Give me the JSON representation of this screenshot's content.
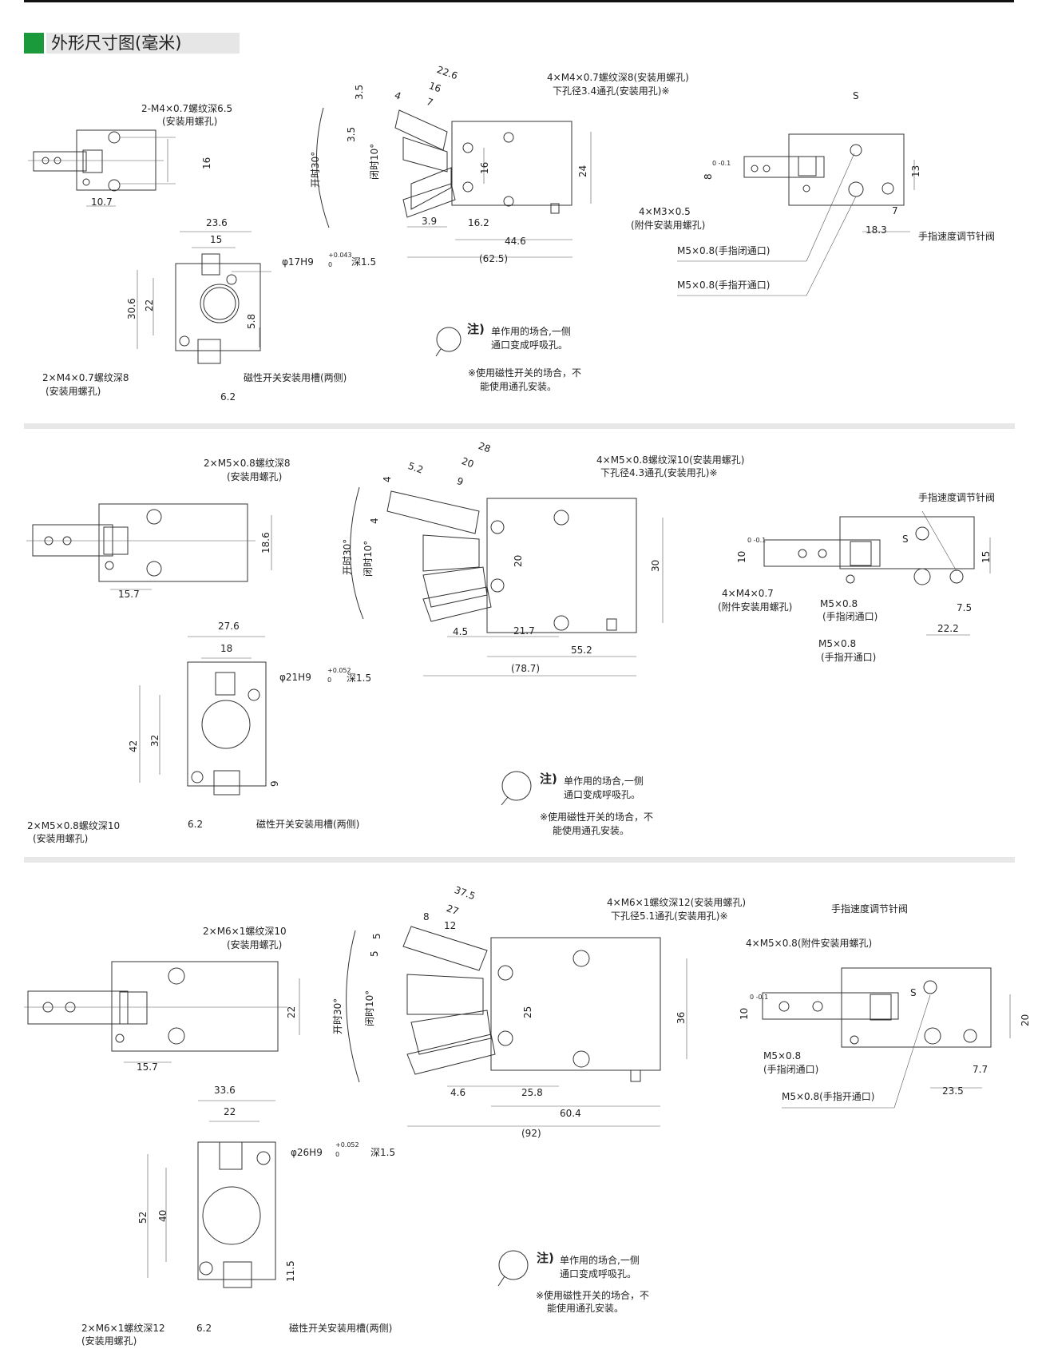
{
  "header": {
    "title": "外形尺寸图(毫米)",
    "accent": "#1a9a3a"
  },
  "s1": {
    "front": {
      "thread": "2-M4×0.7螺纹深6.5",
      "thread_note": "(安装用螺孔)",
      "h": "16",
      "w": "10.7"
    },
    "bottom": {
      "w1": "23.6",
      "w2": "15",
      "h1": "30.6",
      "h2": "22",
      "bore": "φ17H9",
      "tol_up": "+0.043",
      "tol_dn": "0",
      "depth": "深1.5",
      "d": "5.8",
      "thread": "2×M4×0.7螺纹深8",
      "thread_note": "(安装用螺孔)",
      "slot": "磁性开关安装用槽(两侧)",
      "s": "6.2"
    },
    "side": {
      "a": "22.6",
      "b": "16",
      "c": "4",
      "d": "7",
      "e": "3.5",
      "f": "3.5",
      "open": "开时30°",
      "close": "闭时10°",
      "h1": "16",
      "h2": "24",
      "x1": "3.9",
      "x2": "16.2",
      "x3": "44.6",
      "x4": "(62.5)",
      "holes": "4×M4×0.7螺纹深8(安装用螺孔)",
      "through": "下孔径3.4通孔(安装用孔)※"
    },
    "top": {
      "h": "8",
      "tol_up": "0",
      "tol_dn": "-0.1",
      "h2": "13",
      "s": "S",
      "acc": "4×M3×0.5",
      "acc_note": "(附件安装用螺孔)",
      "w1": "7",
      "w2": "18.3",
      "valve": "手指速度调节针阀",
      "close_port": "M5×0.8(手指闭通口)",
      "open_port": "M5×0.8(手指开通口)"
    },
    "note": {
      "head": "注)",
      "l1": "单作用的场合,一侧",
      "l2": "通口变成呼吸孔。",
      "l3": "※使用磁性开关的场合，不",
      "l4": "能使用通孔安装。"
    }
  },
  "s2": {
    "front": {
      "thread": "2×M5×0.8螺纹深8",
      "thread_note": "(安装用螺孔)",
      "h": "18.6",
      "w": "15.7"
    },
    "bottom": {
      "w1": "27.6",
      "w2": "18",
      "h1": "42",
      "h2": "32",
      "bore": "φ21H9",
      "tol_up": "+0.052",
      "tol_dn": "0",
      "depth": "深1.5",
      "d": "9",
      "thread": "2×M5×0.8螺纹深10",
      "thread_note": "(安装用螺孔)",
      "slot": "磁性开关安装用槽(两侧)",
      "s": "6.2"
    },
    "side": {
      "a": "28",
      "b": "20",
      "c": "5.2",
      "d": "9",
      "e": "4",
      "f": "4",
      "open": "开时30°",
      "close": "闭时10°",
      "h1": "20",
      "h2": "30",
      "x1": "4.5",
      "x2": "21.7",
      "x3": "55.2",
      "x4": "(78.7)",
      "holes": "4×M5×0.8螺纹深10(安装用螺孔)",
      "through": "下孔径4.3通孔(安装用孔)※"
    },
    "top": {
      "h": "10",
      "tol_up": "0",
      "tol_dn": "-0.1",
      "h2": "15",
      "s": "S",
      "acc": "4×M4×0.7",
      "acc_note": "(附件安装用螺孔)",
      "w1": "7.5",
      "w2": "22.2",
      "valve": "手指速度调节针阀",
      "close_port": "M5×0.8",
      "close_note": "(手指闭通口)",
      "open_port": "M5×0.8",
      "open_note": "(手指开通口)"
    },
    "note": {
      "head": "注)",
      "l1": "单作用的场合,一侧",
      "l2": "通口变成呼吸孔。",
      "l3": "※使用磁性开关的场合，不",
      "l4": "能使用通孔安装。"
    }
  },
  "s3": {
    "front": {
      "thread": "2×M6×1螺纹深10",
      "thread_note": "(安装用螺孔)",
      "h": "22",
      "w": "15.7"
    },
    "bottom": {
      "w1": "33.6",
      "w2": "22",
      "h1": "52",
      "h2": "40",
      "bore": "φ26H9",
      "tol_up": "+0.052",
      "tol_dn": "0",
      "depth": "深1.5",
      "d": "11.5",
      "thread": "2×M6×1螺纹深12",
      "thread_note": "(安装用螺孔)",
      "slot": "磁性开关安装用槽(两侧)",
      "s": "6.2"
    },
    "side": {
      "a": "37.5",
      "b": "27",
      "c": "8",
      "d": "12",
      "e": "5",
      "f": "5",
      "open": "开时30°",
      "close": "闭时10°",
      "h1": "25",
      "h2": "36",
      "x1": "4.6",
      "x2": "25.8",
      "x3": "60.4",
      "x4": "(92)",
      "holes": "4×M6×1螺纹深12(安装用螺孔)",
      "through": "下孔径5.1通孔(安装用孔)※"
    },
    "top": {
      "h": "10",
      "tol_up": "0",
      "tol_dn": "-0.1",
      "h2": "20",
      "s": "S",
      "acc": "4×M5×0.8(附件安装用螺孔)",
      "w1": "7.7",
      "w2": "23.5",
      "valve": "手指速度调节针阀",
      "close_port": "M5×0.8",
      "close_note": "(手指闭通口)",
      "open_port": "M5×0.8(手指开通口)"
    },
    "note": {
      "head": "注)",
      "l1": "单作用的场合,一侧",
      "l2": "通口变成呼吸孔。",
      "l3": "※使用磁性开关的场合，不",
      "l4": "能使用通孔安装。"
    }
  }
}
